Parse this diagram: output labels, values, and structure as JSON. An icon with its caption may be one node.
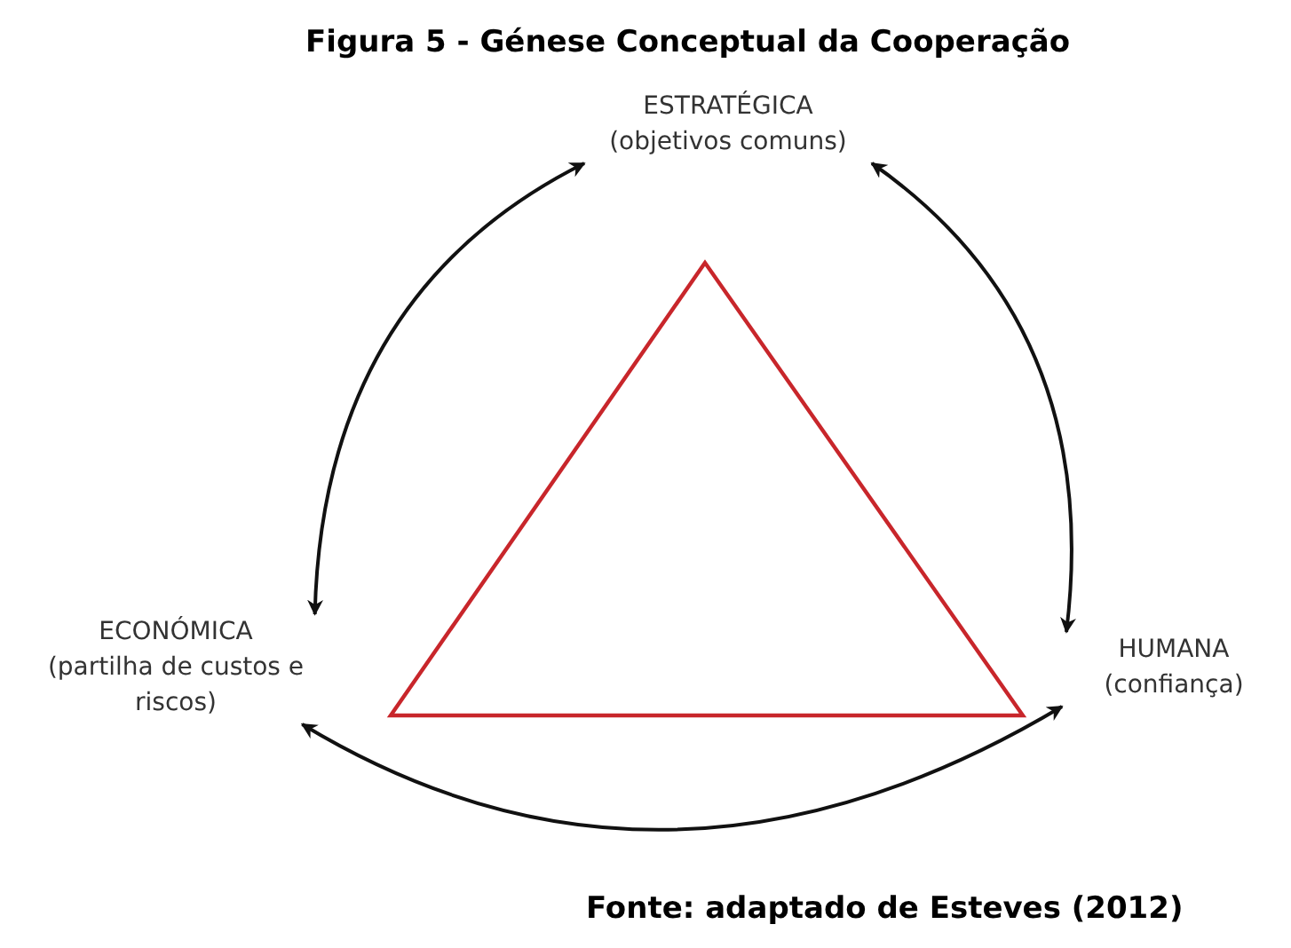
{
  "diagram": {
    "title": "Figura 5 - Génese Conceptual da Cooperação",
    "nodes": [
      {
        "text": [
          "ESTRATÉGICA",
          "(objetivos comuns)"
        ]
      },
      {
        "text": [
          "ECONÓMICA",
          "(partilha de custos e riscos)"
        ]
      },
      {
        "text": [
          "HUMANA",
          "(confiança)"
        ]
      }
    ],
    "edges": [
      {
        "from": 0,
        "to": 1,
        "arrow": "both"
      },
      {
        "from": 0,
        "to": 2,
        "arrow": "both"
      },
      {
        "from": 1,
        "to": 2,
        "arrow": "both"
      }
    ],
    "caption": "Fonte: adaptado de Esteves (2012)"
  }
}
